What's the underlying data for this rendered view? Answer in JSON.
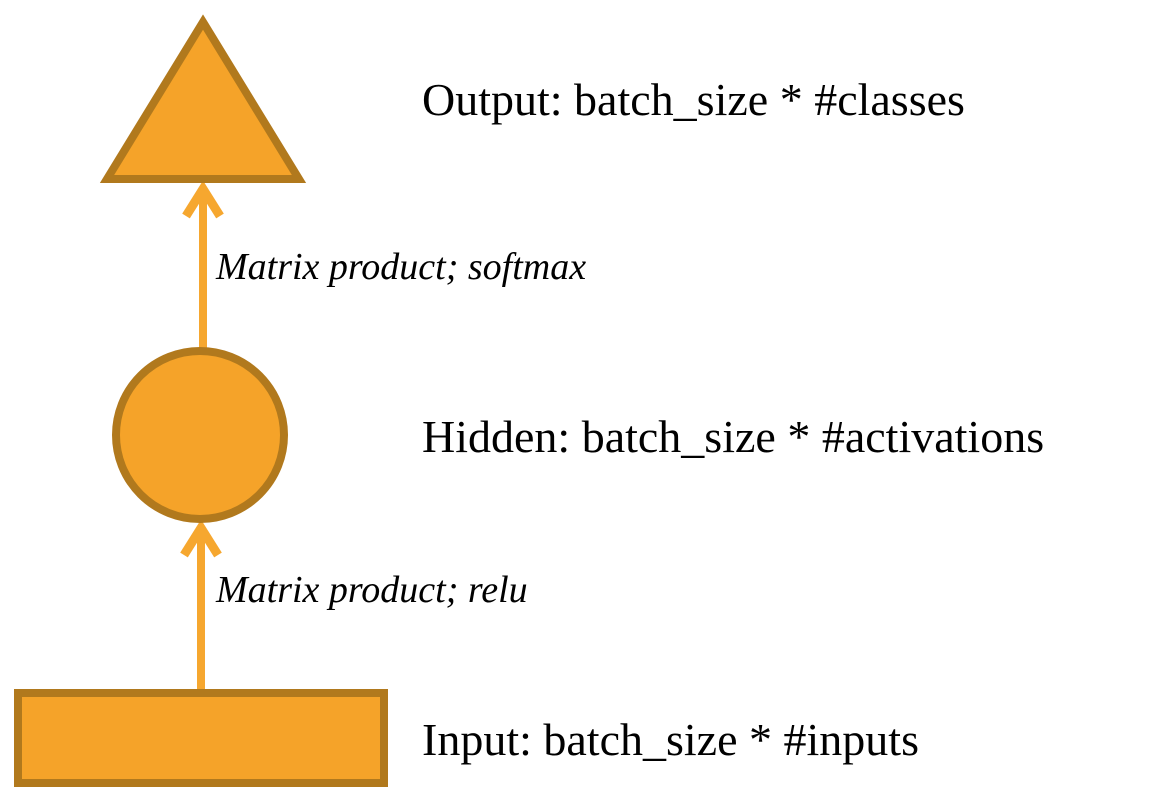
{
  "diagram": {
    "title": "feed-forward network layer diagram",
    "nodes": {
      "output": {
        "shape": "triangle",
        "label": "Output: batch_size * #classes"
      },
      "hidden": {
        "shape": "circle",
        "label": "Hidden: batch_size * #activations"
      },
      "input": {
        "shape": "rectangle",
        "label": "Input: batch_size * #inputs"
      }
    },
    "edges": [
      {
        "from": "input",
        "to": "hidden",
        "label": "Matrix product; relu"
      },
      {
        "from": "hidden",
        "to": "output",
        "label": "Matrix product; softmax"
      }
    ]
  },
  "colors": {
    "background": "#FFFFFF",
    "shape_fill": "#F5A329",
    "shape_border": "#B1791D",
    "arrow": "#F6A72F",
    "text": "#000000"
  }
}
